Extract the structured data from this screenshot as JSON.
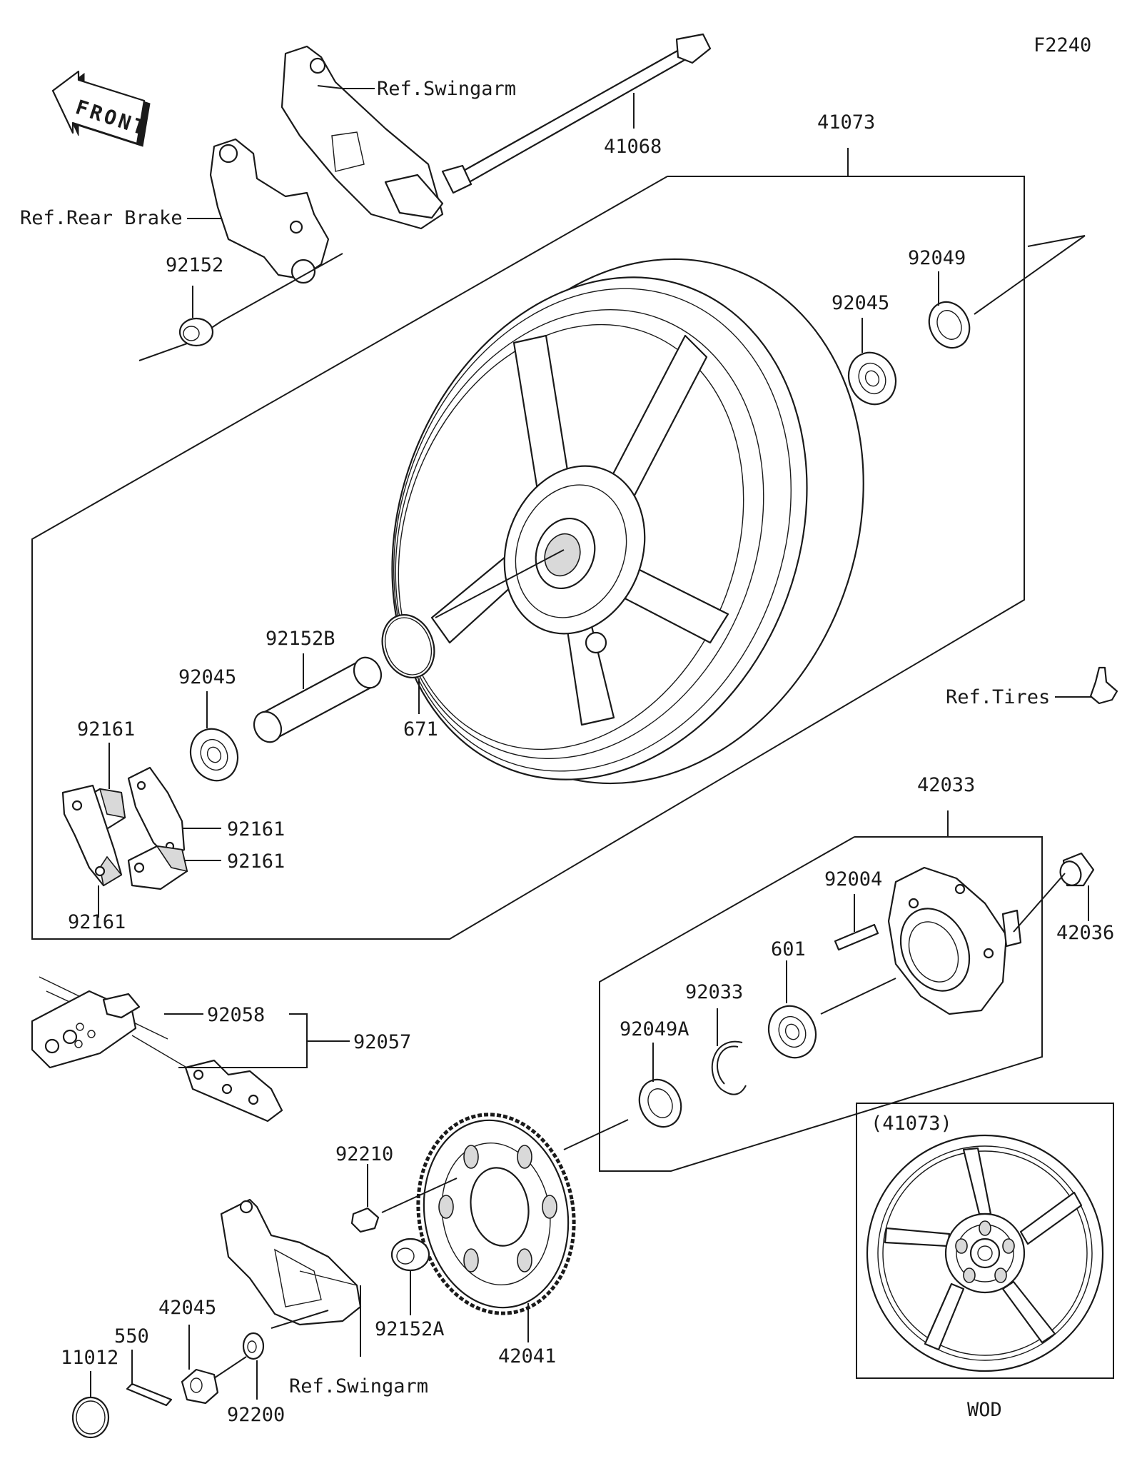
{
  "diagram_code": "F2240",
  "front_arrow_text": "FRONT",
  "inset": {
    "title": "(41073)",
    "caption": "WOD"
  },
  "labels": {
    "ref_swingarm_top": "Ref.Swingarm",
    "p41068": "41068",
    "p41073": "41073",
    "ref_rear_brake": "Ref.Rear Brake",
    "p92152": "92152",
    "p92049": "92049",
    "p92045_right": "92045",
    "p92152B": "92152B",
    "p92045_left": "92045",
    "p92161_a": "92161",
    "p92161_b": "92161",
    "p92161_c": "92161",
    "p92161_d": "92161",
    "p671": "671",
    "ref_tires": "Ref.Tires",
    "p42033": "42033",
    "p92004": "92004",
    "p42036": "42036",
    "p601": "601",
    "p92033": "92033",
    "p92049A": "92049A",
    "p92058": "92058",
    "p92057": "92057",
    "p92210": "92210",
    "p92152A": "92152A",
    "p42041": "42041",
    "p42045": "42045",
    "p550": "550",
    "p11012": "11012",
    "p92200": "92200",
    "ref_swingarm_bottom": "Ref.Swingarm"
  }
}
